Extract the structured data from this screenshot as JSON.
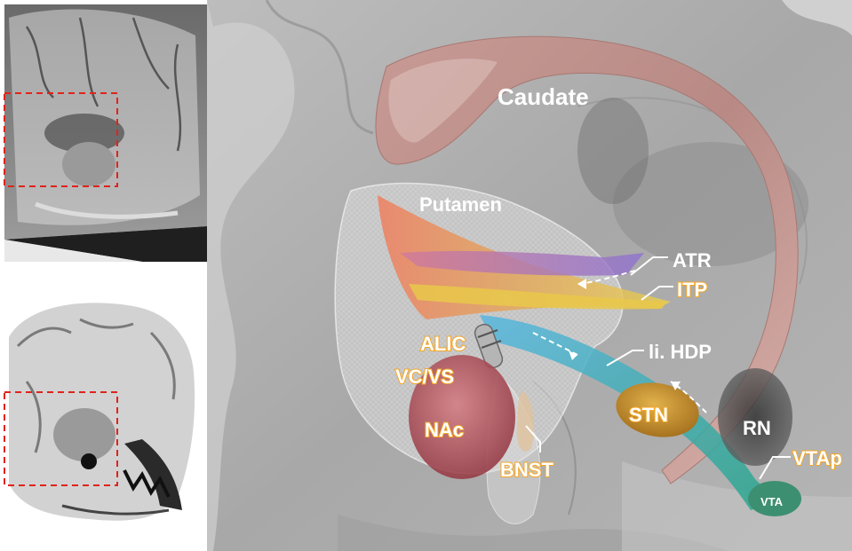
{
  "labels": {
    "caudate": "Caudate",
    "putamen": "Putamen",
    "atr": "ATR",
    "itp": "ITP",
    "hdp": "li. HDP",
    "alic": "ALIC",
    "vcvs": "VC/VS",
    "nac": "NAc",
    "stn": "STN",
    "rn": "RN",
    "vtap": "VTAp",
    "vta": "VTA",
    "bnst": "BNST"
  },
  "colors": {
    "caudate": "#c99a94",
    "putamen_mesh": "#e6e6e6",
    "atr": "#8a6fc9",
    "itp": "#e9c84a",
    "hdp": "#4fb6d9",
    "stn": "#c9922f",
    "nac": "#b0454f",
    "vta_tract": "#2fa58a",
    "vta_blob": "#3d8f72",
    "orange_label": "#f5a623",
    "inset_box": "#e0231b"
  }
}
